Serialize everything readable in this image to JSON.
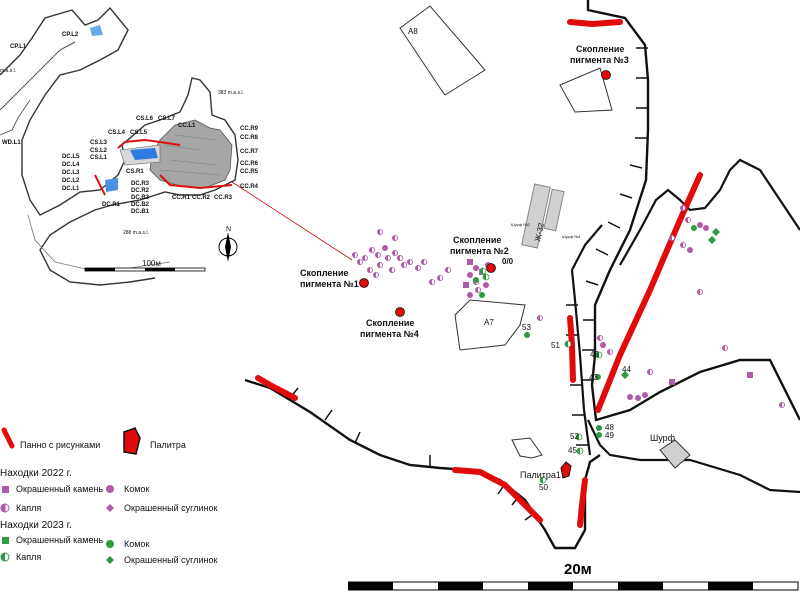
{
  "inset": {
    "points_left": [
      "CP.L1",
      "CP.L2",
      "WD.L1"
    ],
    "points_cs": [
      "CS.L6",
      "CS.L7",
      "CS.L4",
      "CS.L5",
      "CS.L3",
      "CS.L2",
      "CS.L1",
      "CS.R1"
    ],
    "points_dc": [
      "DC.L5",
      "DC.L4",
      "DC.L3",
      "DC.L2",
      "DC.L1",
      "DC.R3",
      "DC.R2",
      "DC.B3",
      "DC.B2",
      "DC.B1",
      "DC.R1"
    ],
    "points_cc_right": [
      "CC.R9",
      "CC.R8",
      "CC.R7",
      "CC.R6",
      "CC.R5",
      "CC.R4"
    ],
    "points_cc_bottom": [
      "CC.R1",
      "CC.R2",
      "CC.R3"
    ],
    "point_cc_l1": "CC.L1",
    "elev_top": "383 m.a.s.l.",
    "elev_bottom": "288 m.a.s.l.",
    "elev_left": "m.a.s.l.",
    "scale": "100м",
    "north": "N"
  },
  "main": {
    "clusters": [
      {
        "label_line1": "Скопление",
        "label_line2": "пигмента №3"
      },
      {
        "label_line1": "Скопление",
        "label_line2": "пигмента №2"
      },
      {
        "label_line1": "Скопление",
        "label_line2": "пигмента №1"
      },
      {
        "label_line1": "Скопление",
        "label_line2": "пигмента №4"
      }
    ],
    "zero_mark": "0/0",
    "block_labels": [
      "A8",
      "A7",
      "Ж-32"
    ],
    "shurf_small": [
      "Шурф №2",
      "Шурф №1"
    ],
    "shurf": "Шурф",
    "palitra": "Палитра1",
    "numbers_2023": [
      "53",
      "51",
      "46",
      "43",
      "44",
      "48",
      "49",
      "52",
      "45",
      "50"
    ],
    "scale": "20м"
  },
  "legend": {
    "panno": "Панно с рисунками",
    "palitra": "Палитра",
    "finds_2022": "Находки 2022 г.",
    "finds_2023": "Находки 2023 г.",
    "painted_stone": "Окрашенный камень",
    "drop": "Капля",
    "lump": "Комок",
    "painted_loam": "Окрашенный суглинок",
    "colors": {
      "y2022": "#b15aa5",
      "y2023": "#2e9a44",
      "panno": "#e10b0b"
    }
  }
}
